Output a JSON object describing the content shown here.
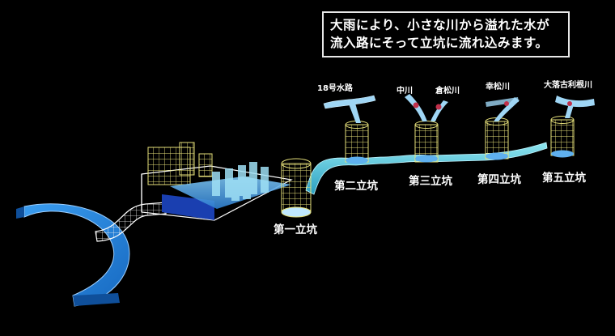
{
  "caption": {
    "line1": "大雨により、小さな川から溢れた水が",
    "line2": "流入路にそって立坑に流れ込みます。"
  },
  "shafts": [
    {
      "id": "shaft-1",
      "label": "第一立坑"
    },
    {
      "id": "shaft-2",
      "label": "第二立坑"
    },
    {
      "id": "shaft-3",
      "label": "第三立坑"
    },
    {
      "id": "shaft-4",
      "label": "第四立坑"
    },
    {
      "id": "shaft-5",
      "label": "第五立坑"
    }
  ],
  "inflows": [
    {
      "id": "18-gou",
      "label": "18号水路"
    },
    {
      "id": "nakagawa",
      "label": "中川"
    },
    {
      "id": "kuramatsu",
      "label": "倉松川"
    },
    {
      "id": "kōmatsu",
      "label": "幸松川"
    },
    {
      "id": "ootoshi-tone",
      "label": "大落古利根川"
    }
  ],
  "colors": {
    "background": "#000000",
    "grid": "#e6e07a",
    "water": "#4aa3e6",
    "river": "#1f7fd6",
    "tunnel": "#5fd0e0",
    "gate": "#c0304a",
    "frame": "#ffffff"
  }
}
